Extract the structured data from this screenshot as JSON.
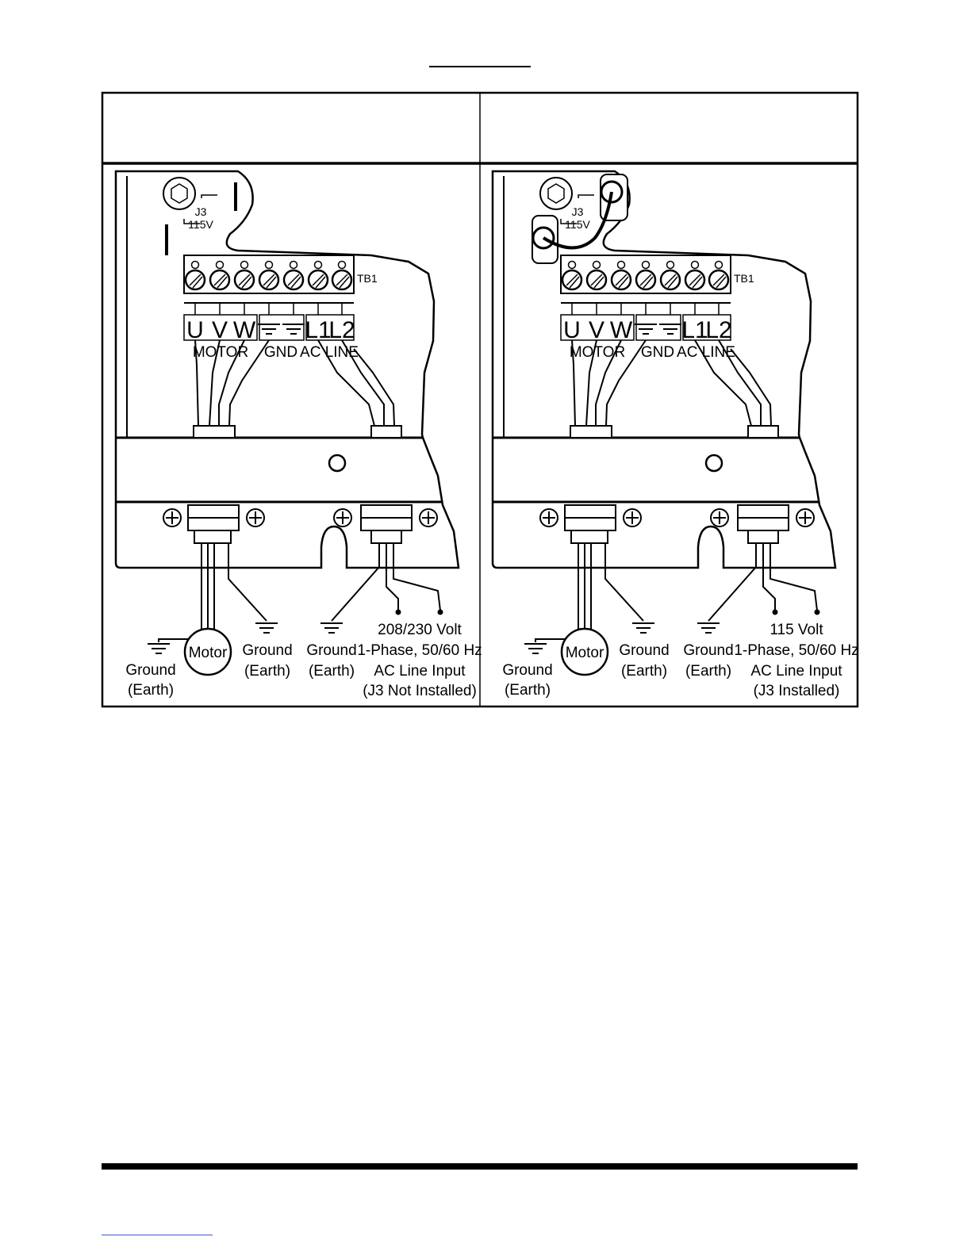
{
  "panels": [
    {
      "id": "left",
      "jumper_installed": false,
      "jumper_labels": [
        "J3",
        "115V"
      ],
      "tb_label": "TB1",
      "terminals": [
        "U",
        "V",
        "W",
        "⏚",
        "⏚",
        "L1",
        "L2"
      ],
      "groups": [
        "MOTOR",
        "GND",
        "AC LINE"
      ],
      "captions": {
        "ground_earth_left": [
          "Ground",
          "(Earth)"
        ],
        "motor": "Motor",
        "ground_earth_mid": [
          "Ground",
          "(Earth)"
        ],
        "ground_earth_right": [
          "Ground",
          "(Earth)"
        ],
        "line_input": [
          "208/230 Volt",
          "1-Phase, 50/60 Hz",
          "AC Line Input",
          "(J3 Not Installed)"
        ]
      }
    },
    {
      "id": "right",
      "jumper_installed": true,
      "jumper_labels": [
        "J3",
        "115V"
      ],
      "tb_label": "TB1",
      "terminals": [
        "U",
        "V",
        "W",
        "⏚",
        "⏚",
        "L1",
        "L2"
      ],
      "groups": [
        "MOTOR",
        "GND",
        "AC LINE"
      ],
      "captions": {
        "ground_earth_left": [
          "Ground",
          "(Earth)"
        ],
        "motor": "Motor",
        "ground_earth_mid": [
          "Ground",
          "(Earth)"
        ],
        "ground_earth_right": [
          "Ground",
          "(Earth)"
        ],
        "line_input": [
          "115 Volt",
          "1-Phase, 50/60 Hz",
          "AC Line Input",
          "(J3 Installed)"
        ]
      }
    }
  ]
}
